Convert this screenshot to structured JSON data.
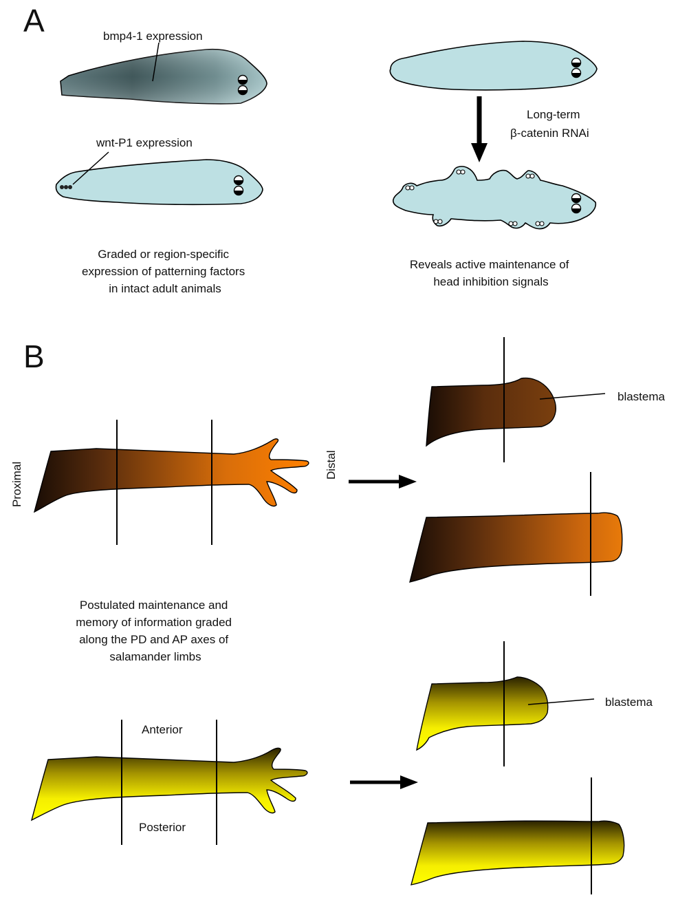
{
  "panel_a": {
    "letter": "A",
    "label_bmp": "bmp4-1 expression",
    "label_wnt": "wnt-P1 expression",
    "caption_left": [
      "Graded or region-specific",
      "expression of patterning factors",
      "in intact adult animals"
    ],
    "treatment_line1": "Long-term",
    "treatment_line2": "β-catenin RNAi",
    "caption_right": [
      "Reveals active maintenance of",
      "head inhibition signals"
    ]
  },
  "panel_b": {
    "letter": "B",
    "proximal_label": "Proximal",
    "distal_label": "Distal",
    "blastema_label_top": "blastema",
    "blastema_label_bottom": "blastema",
    "caption": [
      "Postulated maintenance and",
      "memory of information graded",
      "along the PD and AP axes of",
      "salamander limbs"
    ],
    "anterior_label": "Anterior",
    "posterior_label": "Posterior"
  },
  "colors": {
    "planarian_fill": "#bde0e3",
    "bmp_gradient_dark": "#3f5a5d",
    "pd_proximal": "#1a0d05",
    "pd_distal": "#ff8000",
    "pd_blastema": "#7a3f0e",
    "ap_dark": "#2a2200",
    "ap_light": "#ffff00"
  }
}
